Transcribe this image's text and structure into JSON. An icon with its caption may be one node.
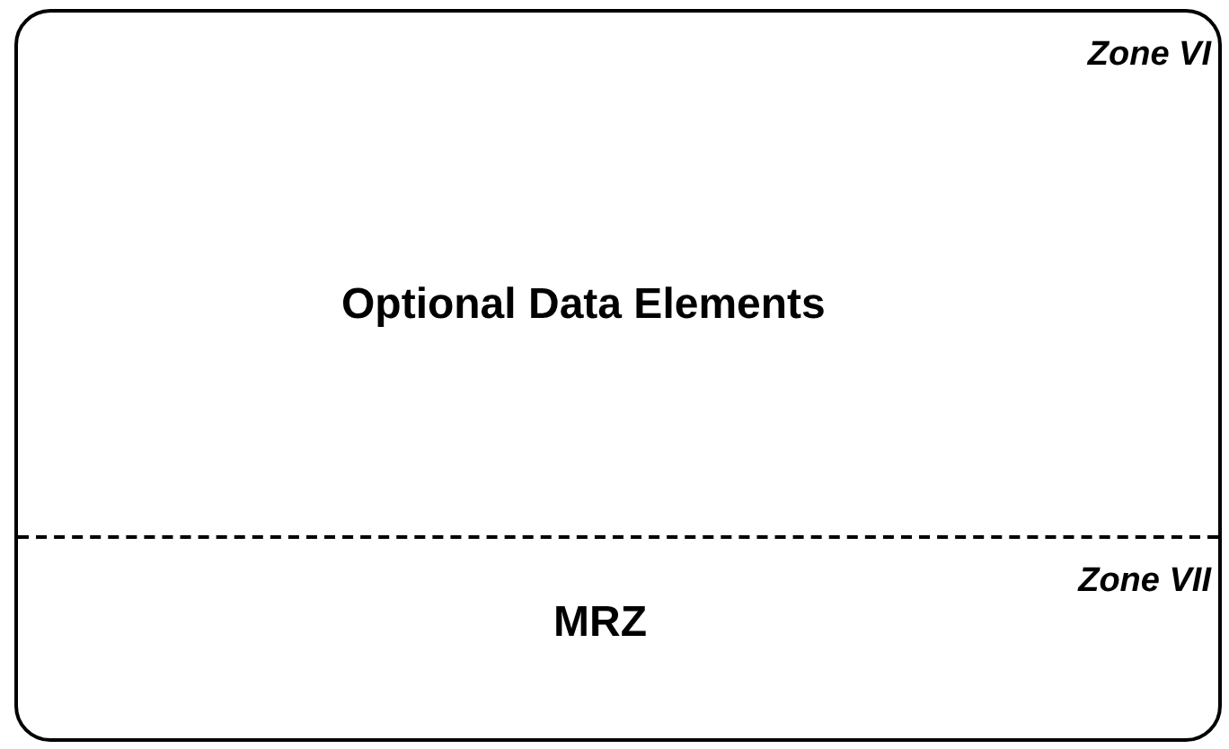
{
  "diagram": {
    "nodes": [
      {
        "text": [],
        "shape": "box"
      },
      {
        "text": [
          "Zone VI",
          "Optional Data Elements"
        ],
        "in": 0
      },
      {
        "text": [
          "Zone VII",
          "MRZ"
        ],
        "in": 0
      }
    ]
  }
}
